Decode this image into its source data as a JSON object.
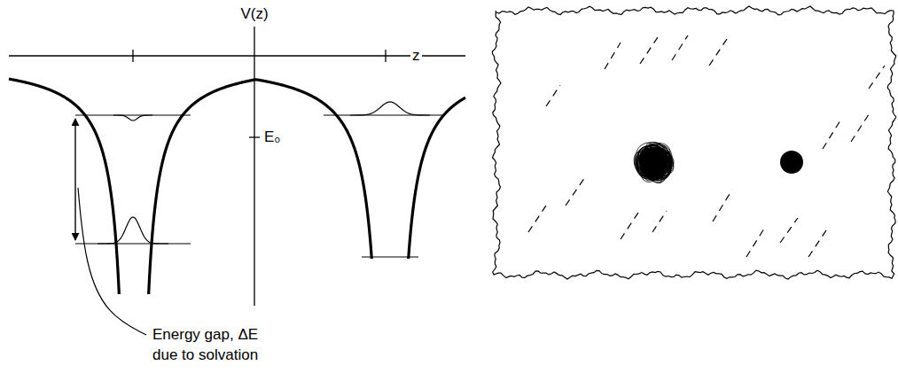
{
  "diagram": {
    "labels": [
      "V(z)",
      "z",
      "E₀",
      "Energy gap, ΔE due to solvation"
    ]
  }
}
